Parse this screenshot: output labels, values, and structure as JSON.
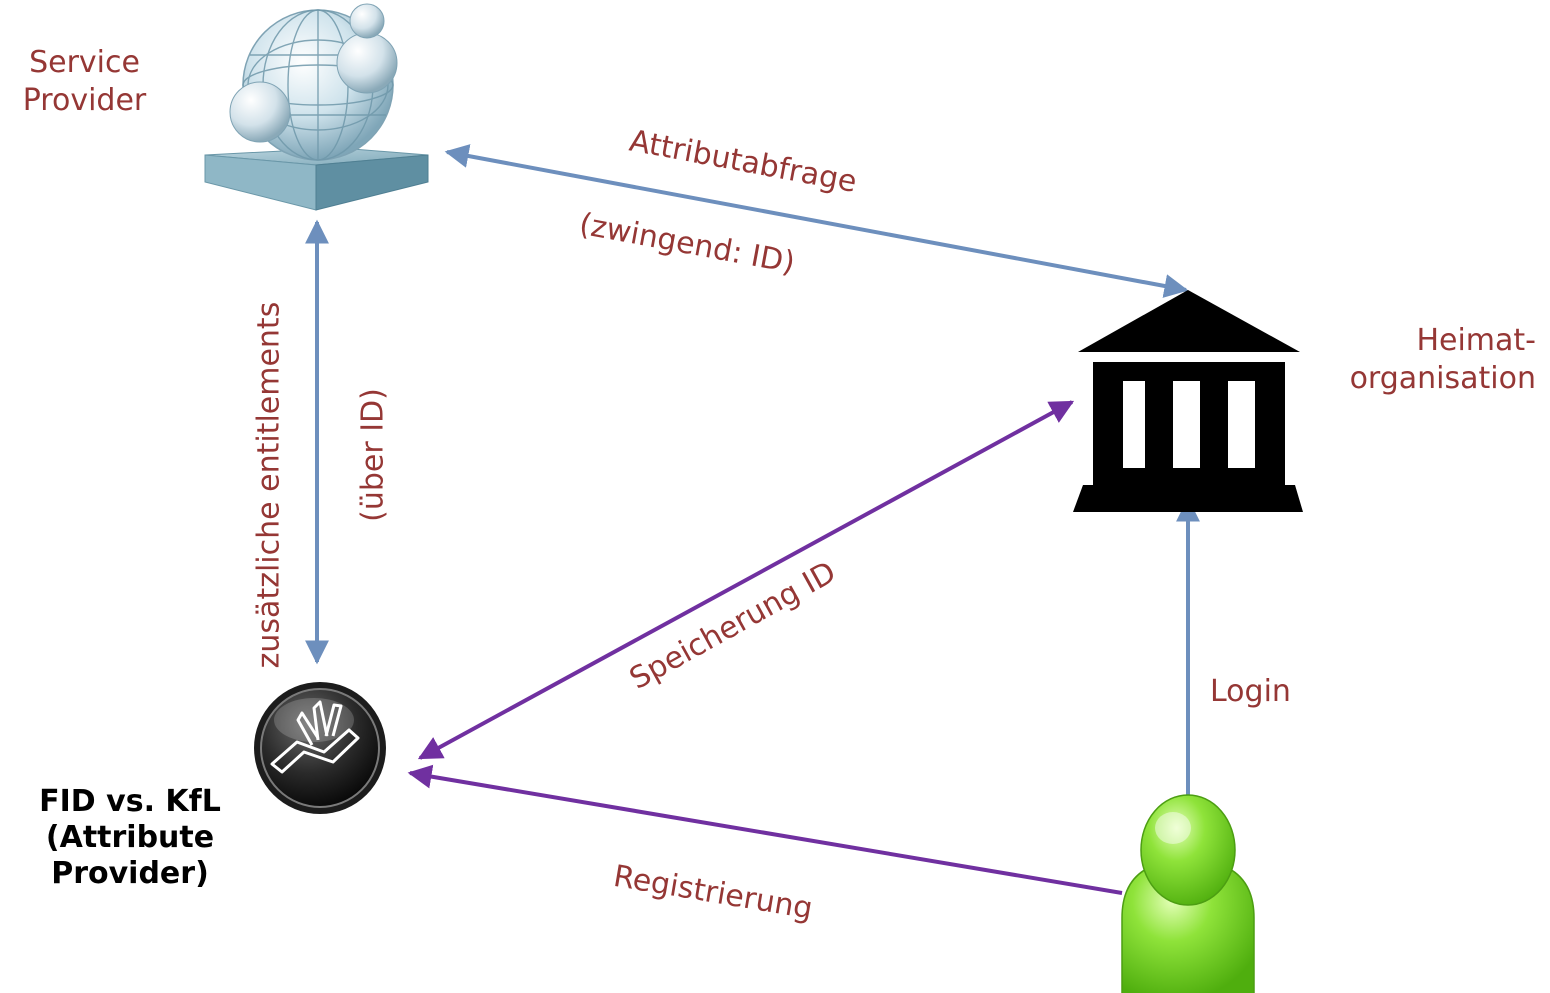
{
  "nodes": {
    "service_provider": {
      "label_line1": "Service",
      "label_line2": "Provider",
      "icon": "globe-server-icon"
    },
    "home_organisation": {
      "label_line1": "Heimat-",
      "label_line2": "organisation",
      "icon": "institution-building-icon"
    },
    "attribute_provider": {
      "label_line1": "FID vs. KfL",
      "label_line2": "(Attribute",
      "label_line3": "Provider)",
      "icon": "book-disc-icon"
    },
    "user": {
      "icon": "user-person-icon"
    }
  },
  "edges": {
    "attribute_query": {
      "label": "Attributabfrage",
      "sublabel": "(zwingend: ID)"
    },
    "additional_entitlements": {
      "label": "zusätzliche entitlements",
      "sublabel": "(über ID)"
    },
    "store_id": {
      "label": "Speicherung ID"
    },
    "login": {
      "label": "Login"
    },
    "registration": {
      "label": "Registrierung"
    }
  },
  "colors": {
    "label_text": "#953735",
    "blue_arrow": "#6d8fbd",
    "purple_arrow": "#7030a0",
    "building": "#000000",
    "user_green": "#7bdc28"
  }
}
